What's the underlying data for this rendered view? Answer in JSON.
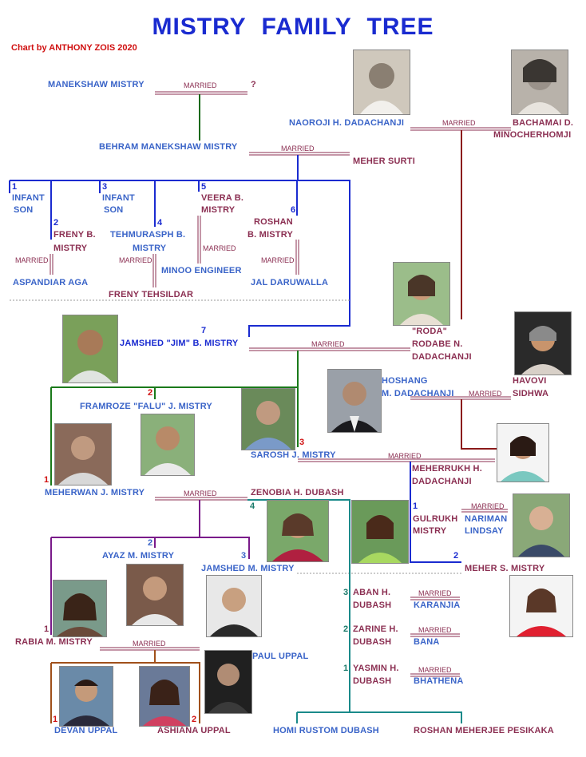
{
  "title": "MISTRY  FAMILY  TREE",
  "credit": "Chart by ANTHONY ZOIS 2020",
  "married": "MARRIED",
  "unknown_spouse": "?",
  "people": {
    "manekshaw": "MANEKSHAW  MISTRY",
    "behram": "BEHRAM MANEKSHAW MISTRY",
    "meher_surti": "MEHER  SURTI",
    "naoroji": "NAOROJI H. DADACHANJI",
    "bachamai_1": "BACHAMAI D.",
    "bachamai_2": "MINOCHERHOMJI",
    "infant_son_1a": "INFANT",
    "infant_son_1b": "SON",
    "infant_son_3a": "INFANT",
    "infant_son_3b": "SON",
    "veera_1": "VEERA B.",
    "veera_2": "MISTRY",
    "freny_b_1": "FRENY B.",
    "freny_b_2": "MISTRY",
    "tehmurasph_1": "TEHMURASPH B.",
    "tehmurasph_2": "MISTRY",
    "roshan_1": "ROSHAN",
    "roshan_2": "B. MISTRY",
    "minoo": "MINOO ENGINEER",
    "jal": "JAL DARUWALLA",
    "aspandiar": "ASPANDIAR AGA",
    "freny_tehsildar": "FRENY TEHSILDAR",
    "roda_1": "\"RODA\"",
    "roda_2": "RODABE N.",
    "roda_3": "DADACHANJI",
    "havovi_1": "HAVOVI",
    "havovi_2": "SIDHWA",
    "jamshed_jim": "JAMSHED \"JIM\" B. MISTRY",
    "hoshang_1": "HOSHANG",
    "hoshang_2": "M. DADACHANJI",
    "framroze": "FRAMROZE \"FALU\" J. MISTRY",
    "sarosh": "SAROSH J. MISTRY",
    "meherrukh_1": "MEHERRUKH H.",
    "meherrukh_2": "DADACHANJI",
    "meherwan": "MEHERWAN J. MISTRY",
    "zenobia": "ZENOBIA H. DUBASH",
    "gulrukh_1": "GULRUKH",
    "gulrukh_2": "MISTRY",
    "nariman_1": "NARIMAN",
    "nariman_2": "LINDSAY",
    "meher_s": "MEHER S. MISTRY",
    "ayaz": "AYAZ M. MISTRY",
    "jamshed_m": "JAMSHED M. MISTRY",
    "aban_1": "ABAN H.",
    "aban_2": "DUBASH",
    "karanjia": "KARANJIA",
    "zarine_1": "ZARINE H.",
    "zarine_2": "DUBASH",
    "bana": "BANA",
    "yasmin_1": "YASMIN H.",
    "yasmin_2": "DUBASH",
    "bhathena": "BHATHENA",
    "rabia": "RABIA M. MISTRY",
    "paul": "PAUL UPPAL",
    "devan": "DEVAN UPPAL",
    "ashiana": "ASHIANA UPPAL",
    "homi": "HOMI RUSTOM DUBASH",
    "roshan_p": "ROSHAN MEHERJEE PESIKAKA"
  },
  "birth_order": {
    "n1": "1",
    "n2": "2",
    "n3": "3",
    "n4": "4",
    "n5": "5",
    "n6": "6",
    "n7": "7"
  },
  "colors": {
    "title": "#1a2bd0",
    "credit": "#d01010",
    "blue_name": "#3a64c8",
    "spouse_name": "#8b2f52",
    "line_blue": "#1a2bd0",
    "line_green": "#1a7a1a",
    "line_maroon": "#8b1a1a",
    "line_purple": "#7a1a8a",
    "line_teal": "#1a8a8a",
    "line_brown": "#a0501a"
  }
}
